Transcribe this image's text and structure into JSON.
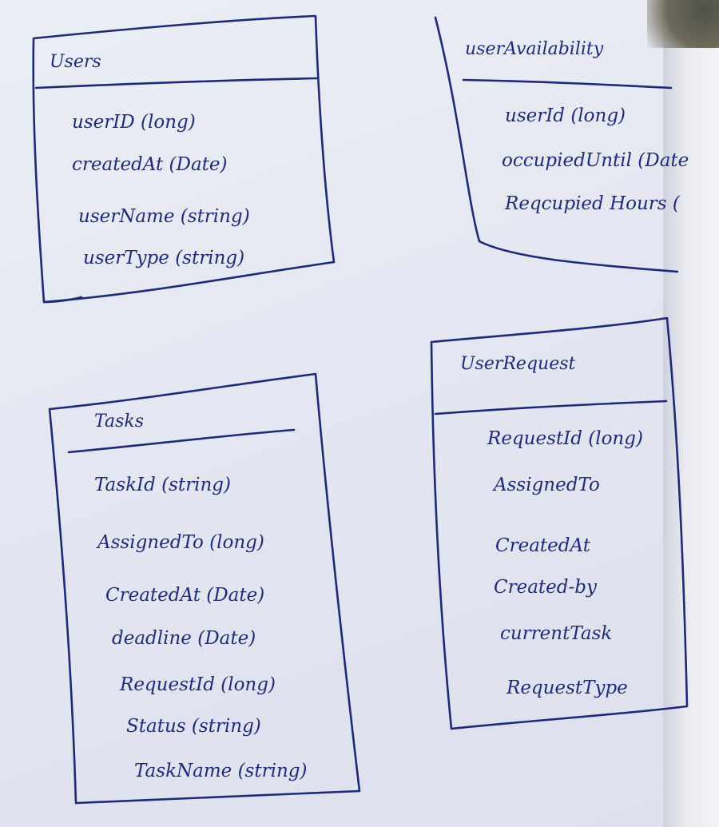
{
  "colors": {
    "ink": "#1e2a78",
    "paper": "#e4e6f1"
  },
  "entities": {
    "users": {
      "title": "Users",
      "fields": [
        "userID (long)",
        "createdAt (Date)",
        "userName (string)",
        "userType (string)"
      ]
    },
    "availability": {
      "title": "userAvailability",
      "fields": [
        "userId (long)",
        "occupiedUntil (Date",
        "Reqcupied Hours ("
      ]
    },
    "tasks": {
      "title": "Tasks",
      "fields": [
        "TaskId (string)",
        "AssignedTo (long)",
        "CreatedAt (Date)",
        "deadline (Date)",
        "RequestId (long)",
        "Status (string)",
        "TaskName (string)"
      ]
    },
    "request": {
      "title": "UserRequest",
      "fields": [
        "RequestId (long)",
        "AssignedTo",
        "CreatedAt",
        "Created-by",
        "currentTask",
        "RequestType"
      ]
    }
  }
}
